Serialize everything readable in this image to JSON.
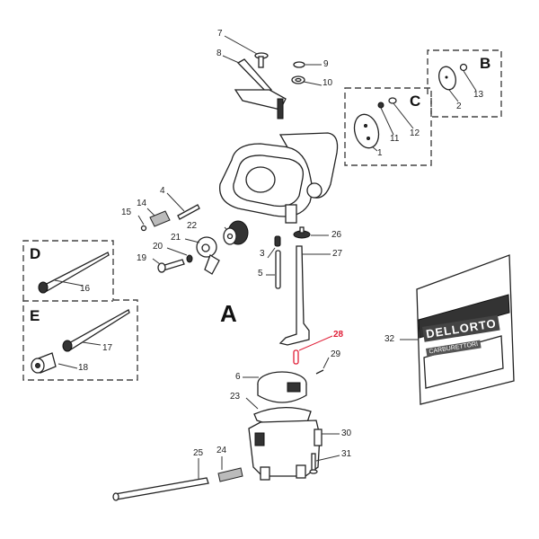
{
  "diagram": {
    "title_letter": "A",
    "description": "Exploded parts diagram of a carburetor assembly",
    "highlight_color": "#e01e37",
    "groups": [
      {
        "letter": "B",
        "parts": [
          "2",
          "13"
        ]
      },
      {
        "letter": "C",
        "parts": [
          "1",
          "11",
          "12"
        ]
      },
      {
        "letter": "D",
        "parts": [
          "16"
        ]
      },
      {
        "letter": "E",
        "parts": [
          "17",
          "18"
        ]
      }
    ],
    "callouts": [
      {
        "id": "1",
        "label": "1",
        "highlighted": false
      },
      {
        "id": "2",
        "label": "2",
        "highlighted": false
      },
      {
        "id": "3",
        "label": "3",
        "highlighted": false
      },
      {
        "id": "4",
        "label": "4",
        "highlighted": false
      },
      {
        "id": "5",
        "label": "5",
        "highlighted": false
      },
      {
        "id": "6",
        "label": "6",
        "highlighted": false
      },
      {
        "id": "7",
        "label": "7",
        "highlighted": false
      },
      {
        "id": "8",
        "label": "8",
        "highlighted": false
      },
      {
        "id": "9",
        "label": "9",
        "highlighted": false
      },
      {
        "id": "10",
        "label": "10",
        "highlighted": false
      },
      {
        "id": "11",
        "label": "11",
        "highlighted": false
      },
      {
        "id": "12",
        "label": "12",
        "highlighted": false
      },
      {
        "id": "13",
        "label": "13",
        "highlighted": false
      },
      {
        "id": "14",
        "label": "14",
        "highlighted": false
      },
      {
        "id": "15",
        "label": "15",
        "highlighted": false
      },
      {
        "id": "16",
        "label": "16",
        "highlighted": false
      },
      {
        "id": "17",
        "label": "17",
        "highlighted": false
      },
      {
        "id": "18",
        "label": "18",
        "highlighted": false
      },
      {
        "id": "19",
        "label": "19",
        "highlighted": false
      },
      {
        "id": "20",
        "label": "20",
        "highlighted": false
      },
      {
        "id": "21",
        "label": "21",
        "highlighted": false
      },
      {
        "id": "22",
        "label": "22",
        "highlighted": false
      },
      {
        "id": "23",
        "label": "23",
        "highlighted": false
      },
      {
        "id": "24",
        "label": "24",
        "highlighted": false
      },
      {
        "id": "25",
        "label": "25",
        "highlighted": false
      },
      {
        "id": "26",
        "label": "26",
        "highlighted": false
      },
      {
        "id": "27",
        "label": "27",
        "highlighted": false
      },
      {
        "id": "28",
        "label": "28",
        "highlighted": true
      },
      {
        "id": "29",
        "label": "29",
        "highlighted": false
      },
      {
        "id": "30",
        "label": "30",
        "highlighted": false
      },
      {
        "id": "31",
        "label": "31",
        "highlighted": false
      },
      {
        "id": "32",
        "label": "32",
        "highlighted": false
      }
    ],
    "kit_packet": {
      "brand": "DELLORTO",
      "subtitle": "CARBURETTORI"
    }
  }
}
